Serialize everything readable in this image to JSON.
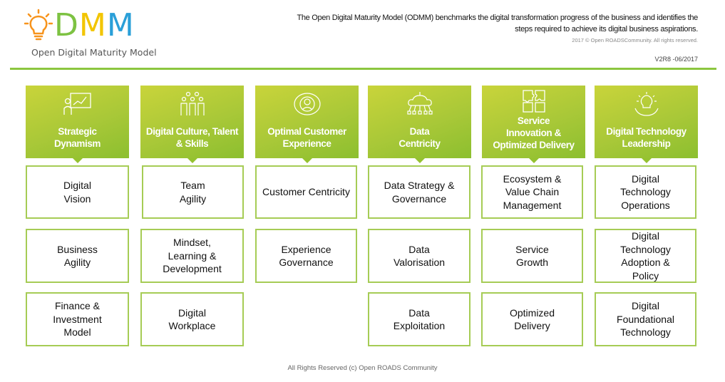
{
  "logo": {
    "icon": "lightbulb-icon",
    "letters": [
      "D",
      "M",
      "M"
    ],
    "subtitle": "Open Digital Maturity Model",
    "colors": {
      "bulb": "#f7941d",
      "d": "#7dc242",
      "m1": "#f2c500",
      "m2": "#2a9fd8"
    }
  },
  "header": {
    "description_line1": "The Open Digital Maturity Model (ODMM) benchmarks the digital transformation progress of the  business and identifies the",
    "description_line2": "steps required to achieve its digital business aspirations.",
    "copyright": "2017 ©  Open ROADSCommunity. All rights reserved.",
    "version": "V2R8 -06/2017"
  },
  "accent_color": "#8cc63f",
  "pillars": [
    {
      "title": "Strategic\nDynamism",
      "icon": "presentation-chart-icon",
      "capabilities": [
        "Digital\nVision",
        "Business\nAgility",
        "Finance &\nInvestment\nModel"
      ]
    },
    {
      "title": "Digital Culture,  Talent\n& Skills",
      "icon": "team-people-icon",
      "capabilities": [
        "Team\nAgility",
        "Mindset,\nLearning &\nDevelopment",
        "Digital\nWorkplace"
      ]
    },
    {
      "title": "Optimal Customer\nExperience",
      "icon": "customer-headset-icon",
      "capabilities": [
        "Customer Centricity",
        "Experience\nGovernance"
      ]
    },
    {
      "title": "Data\nCentricity",
      "icon": "cloud-network-icon",
      "capabilities": [
        "Data Strategy &\nGovernance",
        "Data\nValorisation",
        "Data\nExploitation"
      ]
    },
    {
      "title": "Service\nInnovation &\nOptimized Delivery",
      "icon": "puzzle-icon",
      "capabilities": [
        "Ecosystem &\nValue Chain\nManagement",
        "Service\nGrowth",
        "Optimized\nDelivery"
      ]
    },
    {
      "title": "Digital Technology\nLeadership",
      "icon": "lightbulb-gear-icon",
      "capabilities": [
        "Digital\nTechnology\nOperations",
        "Digital\nTechnology\nAdoption &\nPolicy",
        "Digital\nFoundational\nTechnology"
      ]
    }
  ],
  "footer": {
    "text": "All Rights Reserved (c) Open ROADS Community"
  }
}
